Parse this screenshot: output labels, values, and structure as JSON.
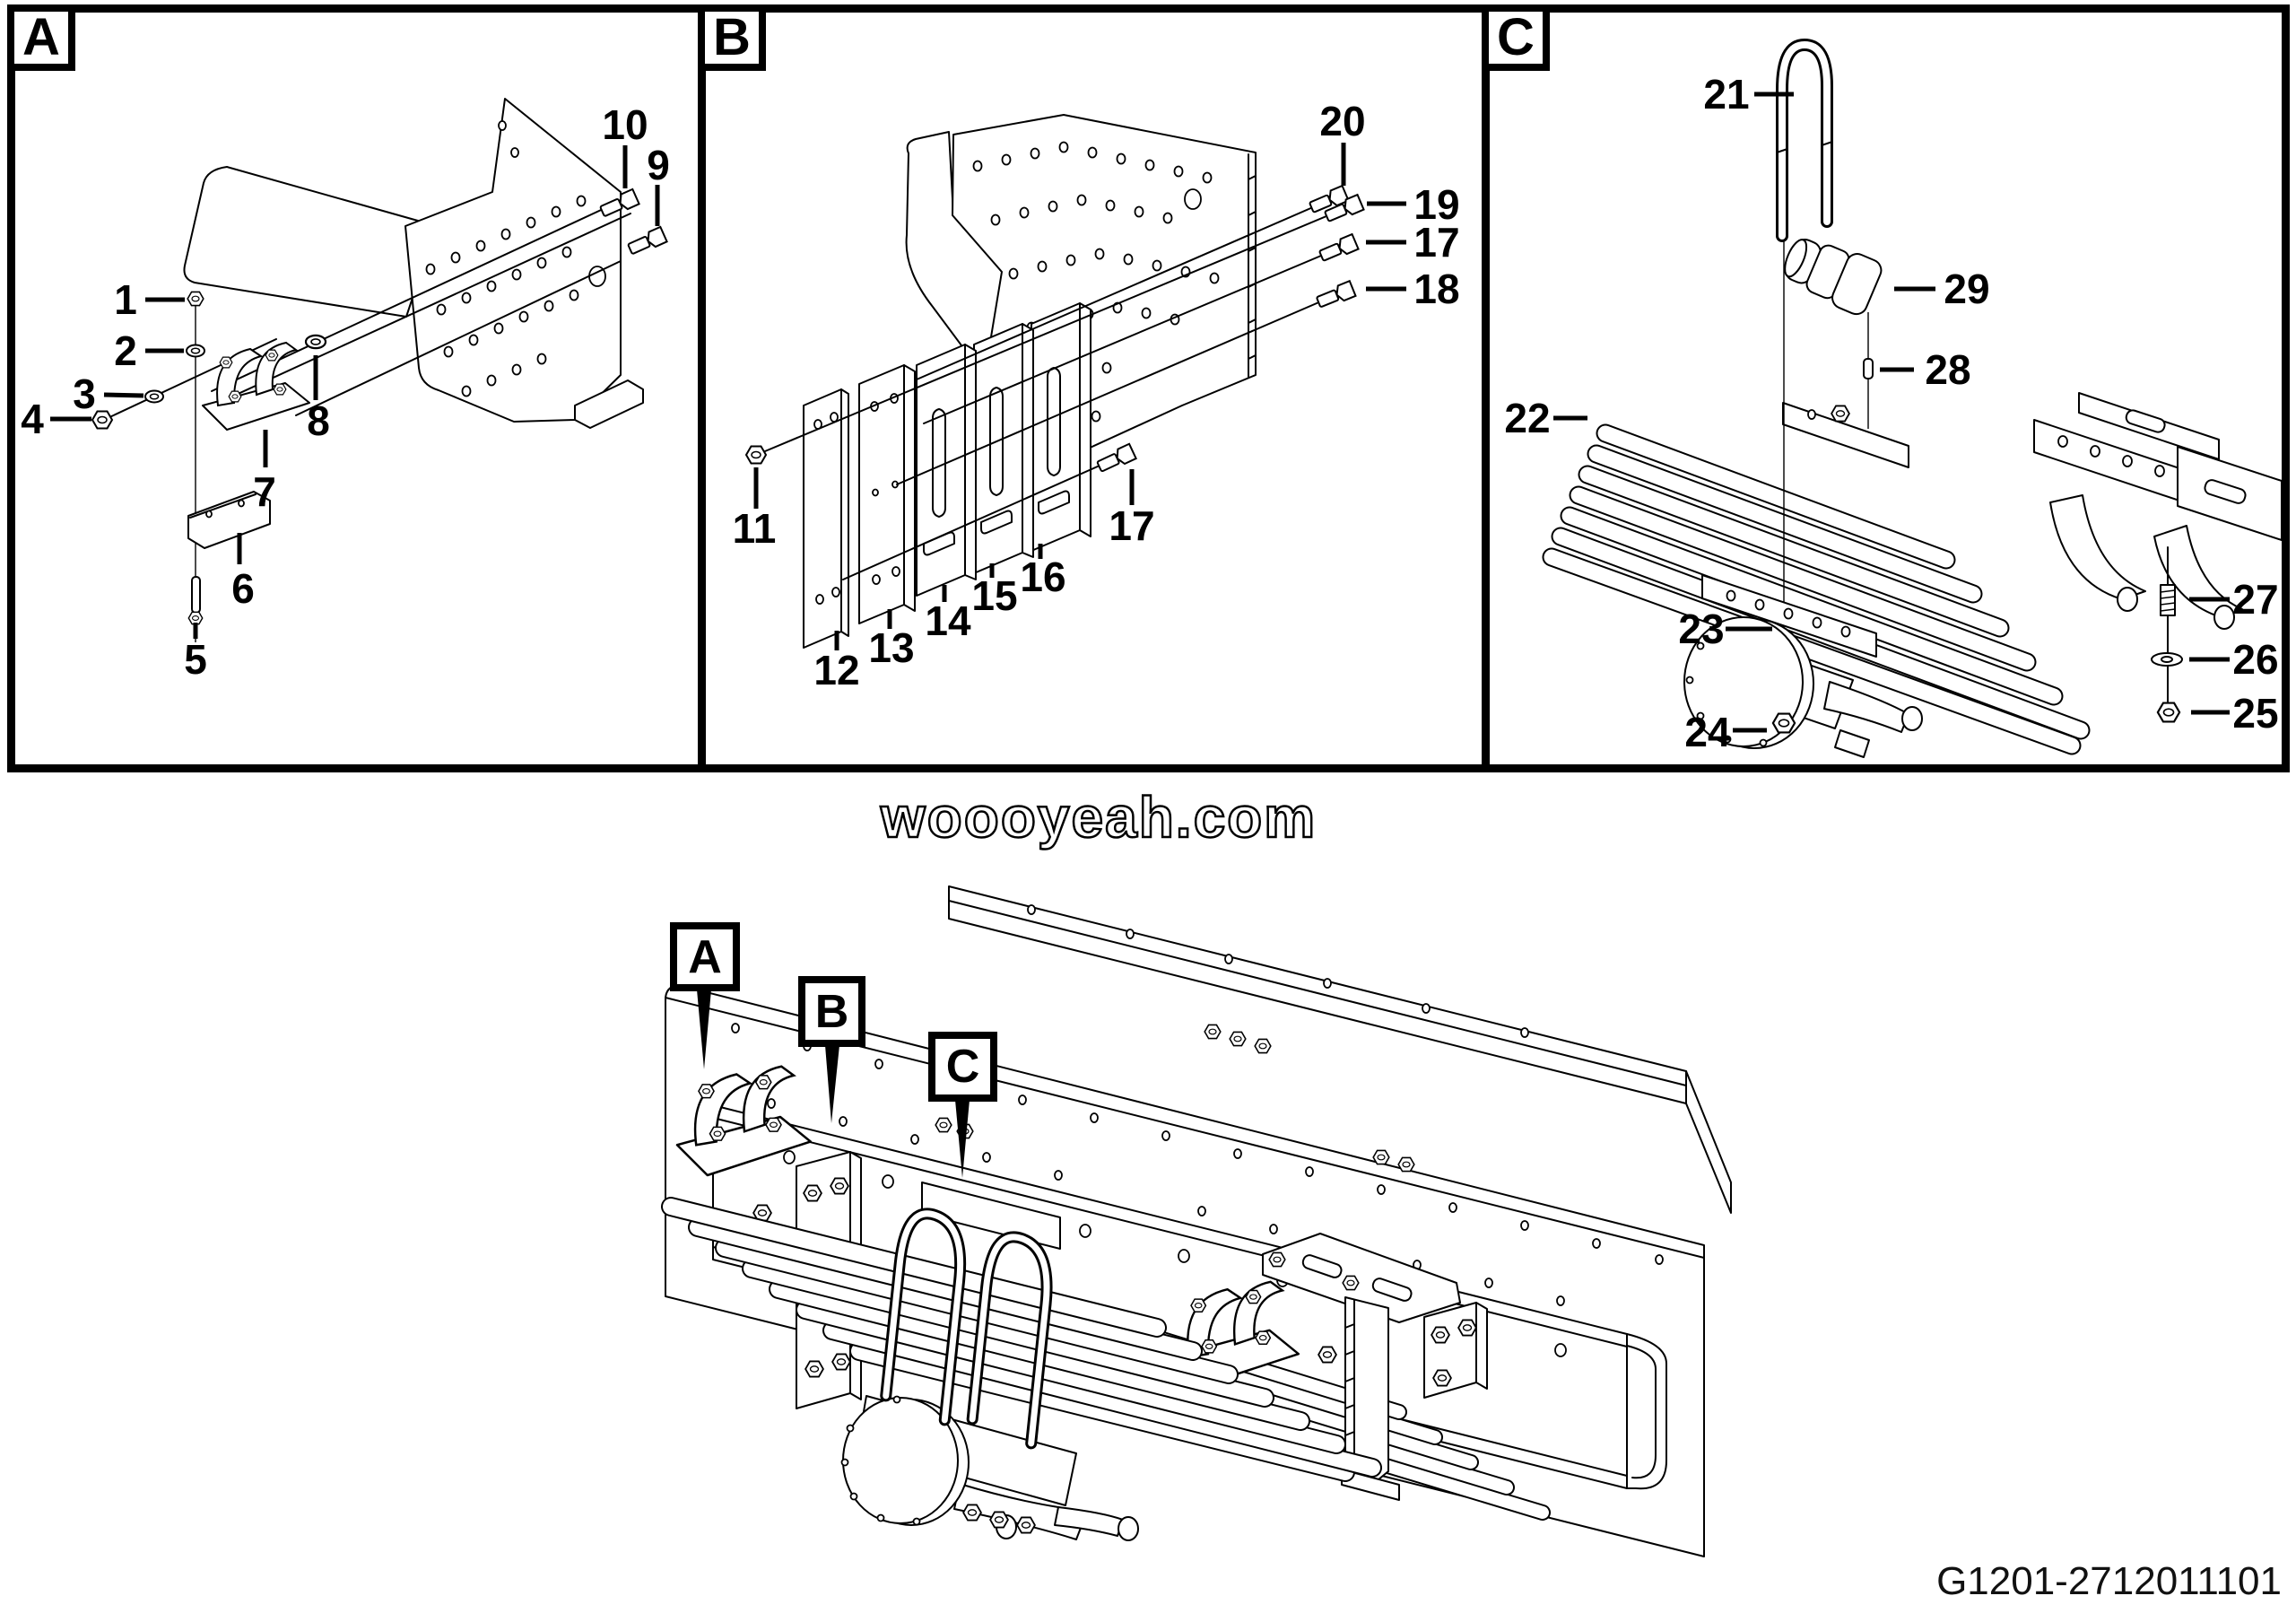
{
  "watermark": "woooyeah.com",
  "drawing_number": "G1201-2712011101",
  "panels": [
    {
      "label": "A",
      "callouts": [
        "1",
        "2",
        "3",
        "4",
        "5",
        "6",
        "7",
        "8",
        "9",
        "10"
      ]
    },
    {
      "label": "B",
      "callouts": [
        "11",
        "12",
        "13",
        "14",
        "15",
        "16",
        "17",
        "18",
        "17",
        "19",
        "20"
      ]
    },
    {
      "label": "C",
      "callouts": [
        "21",
        "22",
        "23",
        "24",
        "25",
        "26",
        "27",
        "28",
        "29"
      ]
    }
  ],
  "assembly": {
    "flags": [
      "A",
      "B",
      "C"
    ]
  }
}
